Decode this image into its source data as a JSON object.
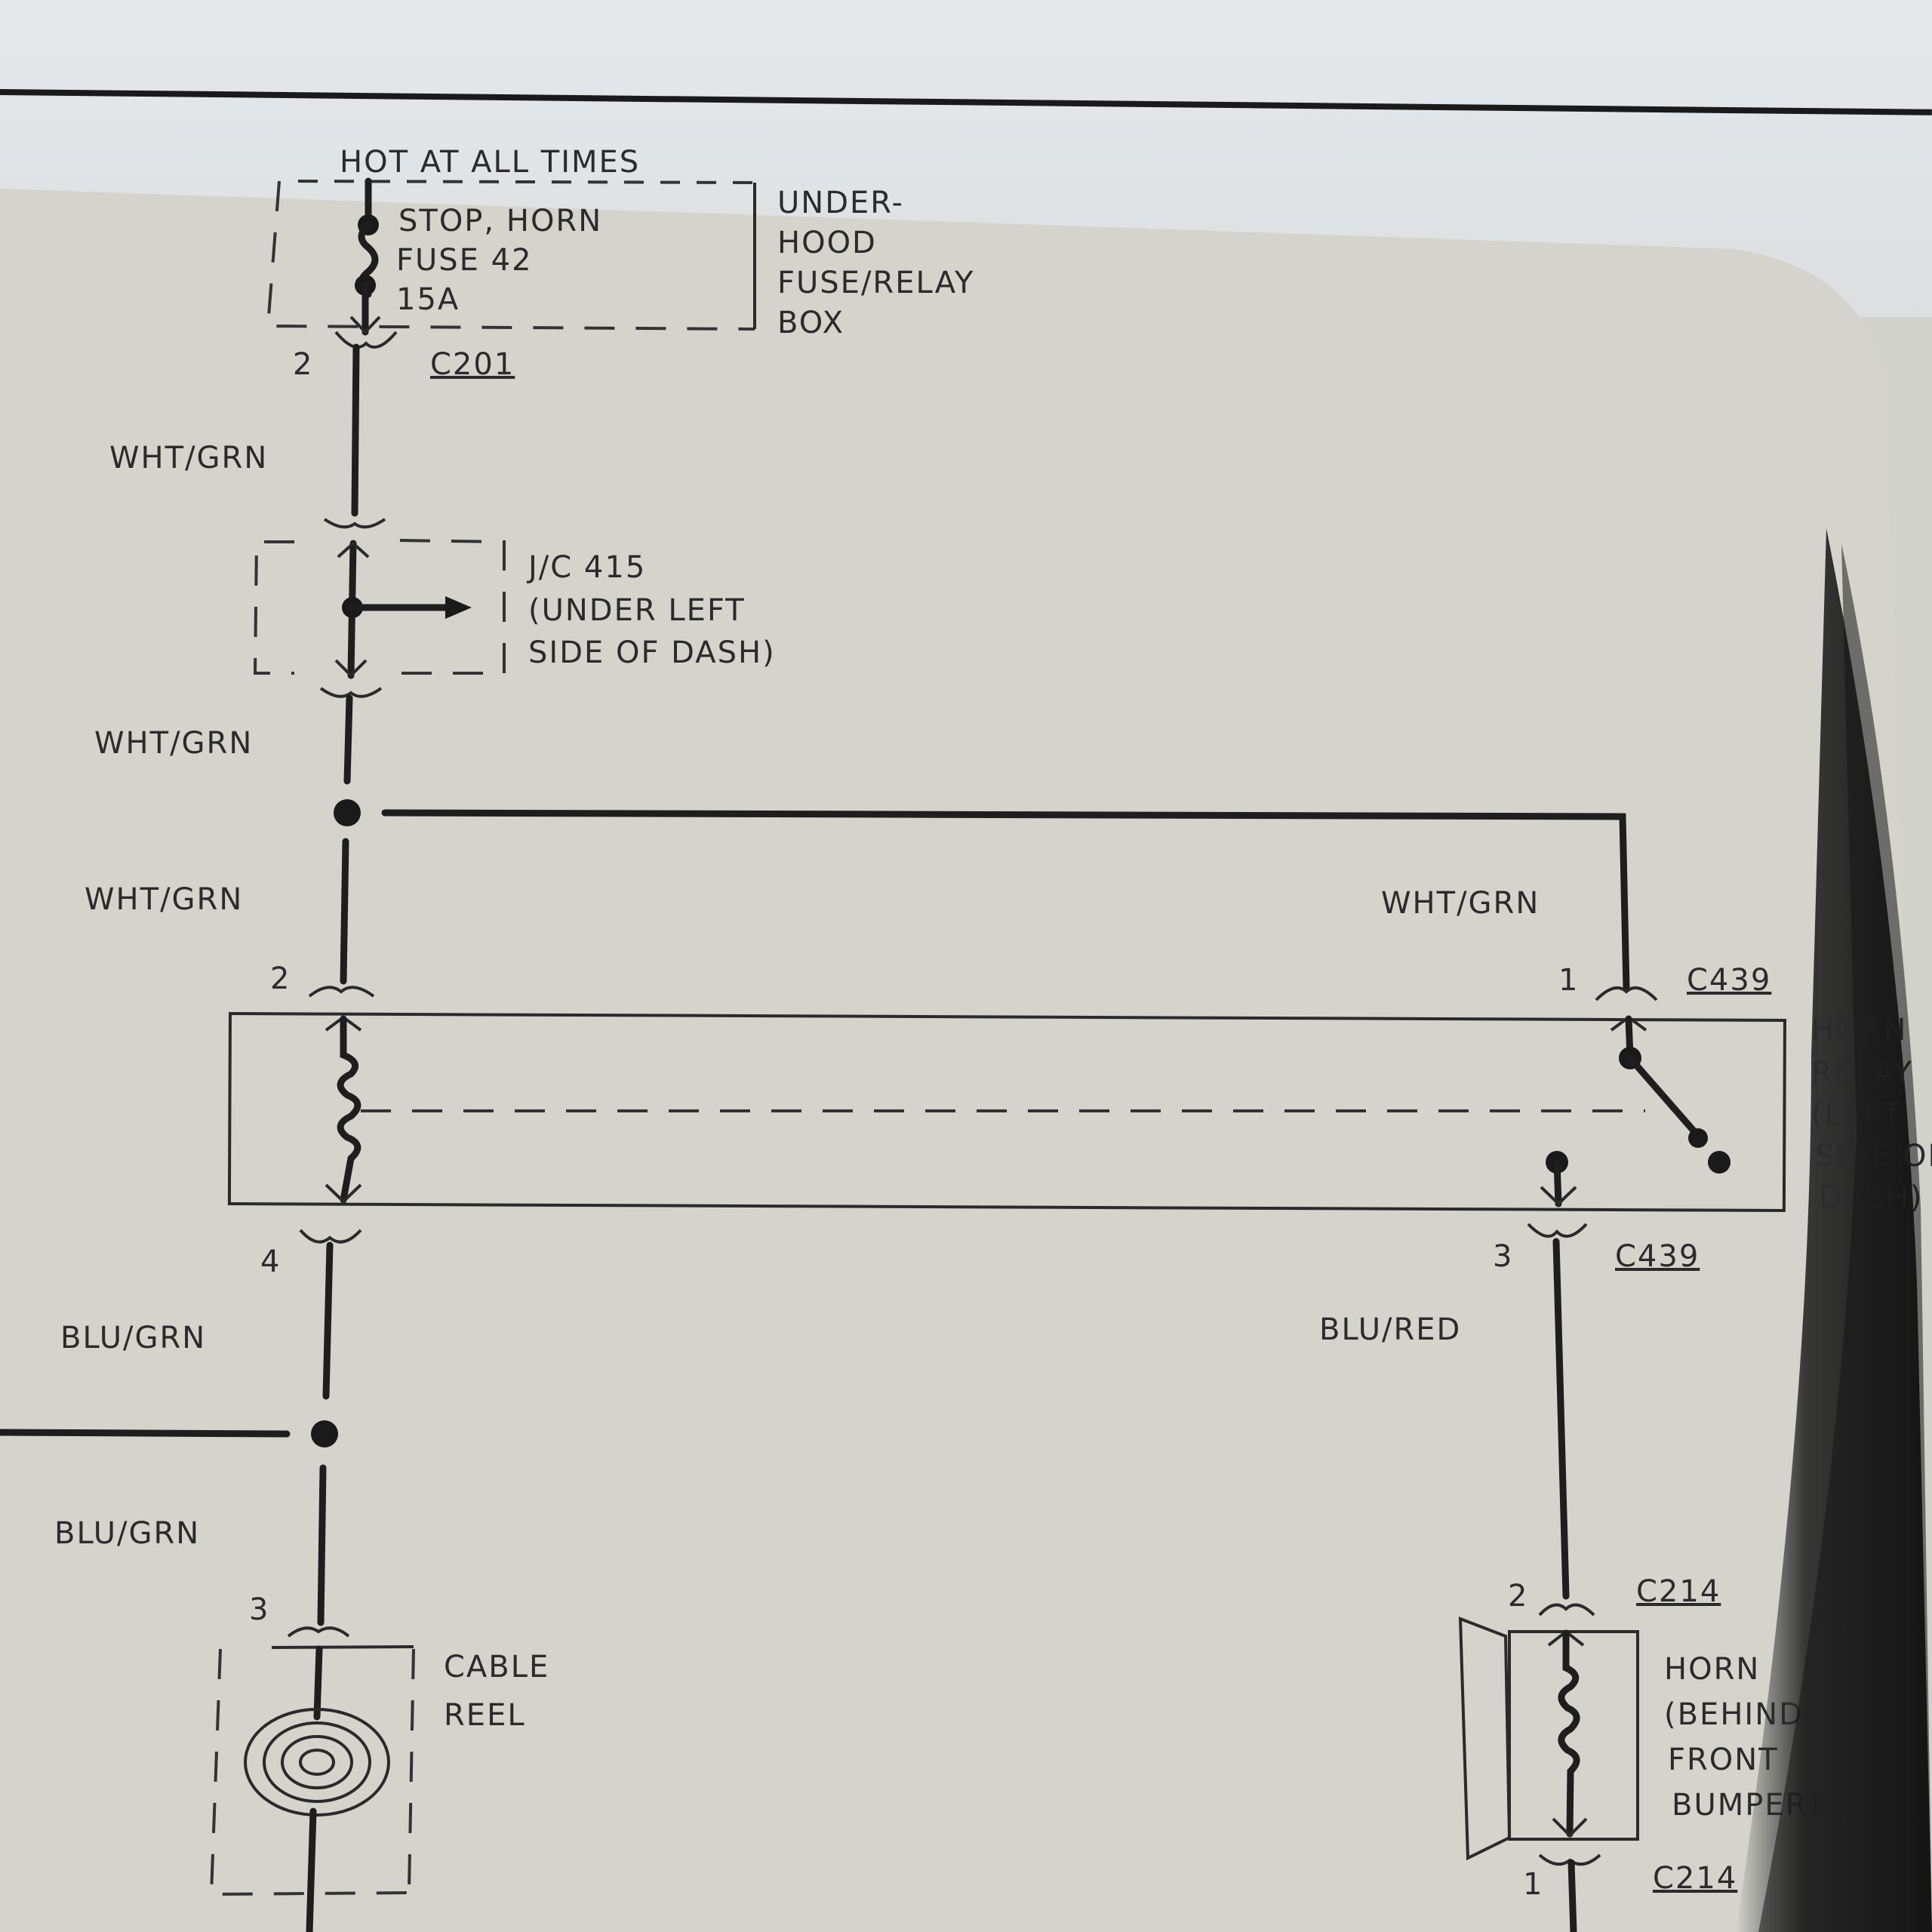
{
  "fuse_box": {
    "hot_label": "HOT AT ALL TIMES",
    "fuse_name": "STOP, HORN",
    "fuse_number": "FUSE 42",
    "fuse_rating": "15A",
    "box_name": [
      "UNDER-",
      "HOOD",
      "FUSE/RELAY",
      "BOX"
    ]
  },
  "connectors": {
    "c201": {
      "name": "C201",
      "pin": "2"
    },
    "c439_top": {
      "name": "C439",
      "pin": "1"
    },
    "c439_bottom": {
      "name": "C439",
      "pin": "3"
    },
    "c214_top": {
      "name": "C214",
      "pin": "2"
    },
    "c214_bottom": {
      "name": "C214",
      "pin": "1"
    },
    "relay_coil_in_pin": "2",
    "relay_coil_out_pin": "4",
    "cable_reel_pin": "3"
  },
  "junction": {
    "name": "J/C 415",
    "location": [
      "(UNDER LEFT",
      "SIDE OF DASH)"
    ]
  },
  "wires": {
    "w1": "WHT/GRN",
    "w2": "WHT/GRN",
    "w3": "WHT/GRN",
    "w4": "WHT/GRN",
    "w5": "BLU/GRN",
    "w6": "BLU/GRN",
    "w7": "BLU/RED"
  },
  "horn_relay": {
    "label": [
      "HORN",
      "RELAY",
      "(LEFT",
      "SIDE OF",
      "DASH)"
    ]
  },
  "cable_reel": {
    "label": [
      "CABLE",
      "REEL"
    ]
  },
  "horn": {
    "label": [
      "HORN",
      "(BEHIND",
      "FRONT",
      "BUMPER)"
    ]
  },
  "colors": {
    "paper": "#d6d6d1",
    "ink": "#1e1e1e",
    "shadow": "#1c1c1c"
  }
}
